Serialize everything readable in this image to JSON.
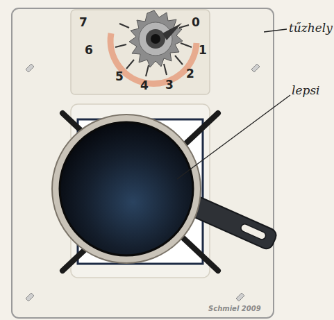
{
  "diagram": {
    "labels": [
      "0",
      "1",
      "2",
      "3",
      "4",
      "5",
      "6",
      "7",
      "tűzhely",
      "lepsi",
      "Schmiel 2009"
    ]
  }
}
